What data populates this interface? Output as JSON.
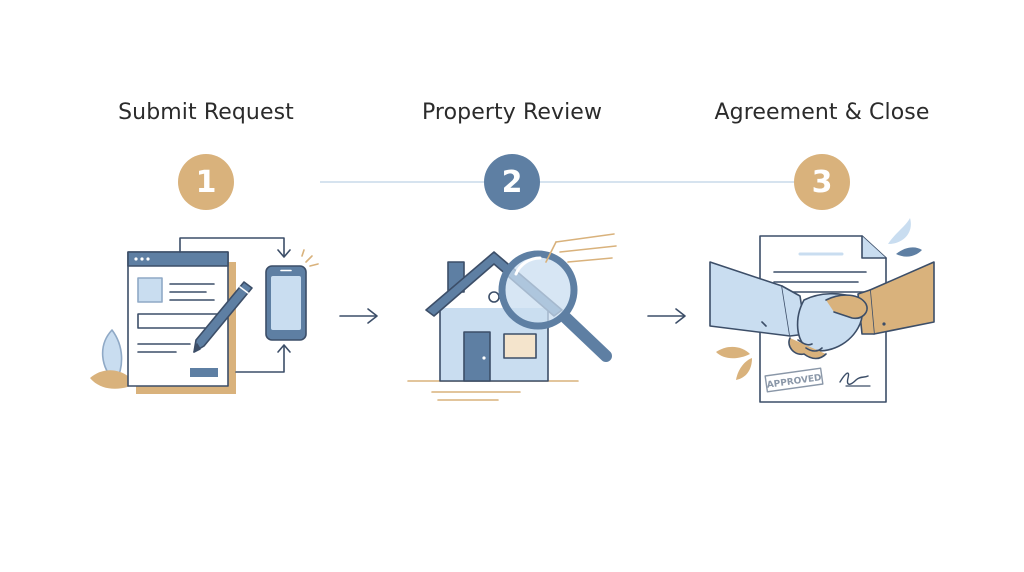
{
  "colors": {
    "tan": "#D9B27C",
    "steel": "#5E7FA3",
    "light_blue": "#C9DDF0",
    "pale_blue": "#DDE9F6",
    "stroke": "#3C4E68",
    "connector": "#D6E3EF"
  },
  "steps": [
    {
      "title": "Submit Request",
      "number": "1",
      "badge_color": "#D9B27C",
      "illustration": "form-phone-pencil"
    },
    {
      "title": "Property Review",
      "number": "2",
      "badge_color": "#5E7FA3",
      "illustration": "house-magnifier"
    },
    {
      "title": "Agreement & Close",
      "number": "3",
      "badge_color": "#D9B27C",
      "illustration": "handshake-contract"
    }
  ],
  "stamp_text": "APPROVED",
  "arrows": [
    "arrow-right-icon",
    "arrow-right-icon"
  ]
}
